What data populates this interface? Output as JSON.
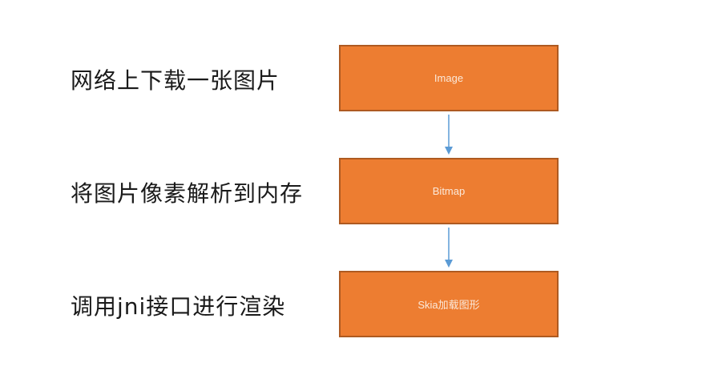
{
  "diagram": {
    "steps": [
      {
        "description": "网络上下载一张图片",
        "box_label": "Image"
      },
      {
        "description": "将图片像素解析到内存",
        "box_label": "Bitmap"
      },
      {
        "description": "调用jni接口进行渲染",
        "box_label": "Skia加载图形"
      }
    ],
    "colors": {
      "box_fill": "#ed7d31",
      "box_border": "#ae5a21",
      "box_text": "#fbe9da",
      "arrow": "#5b9bd5",
      "description_text": "#1a1a1a"
    }
  }
}
